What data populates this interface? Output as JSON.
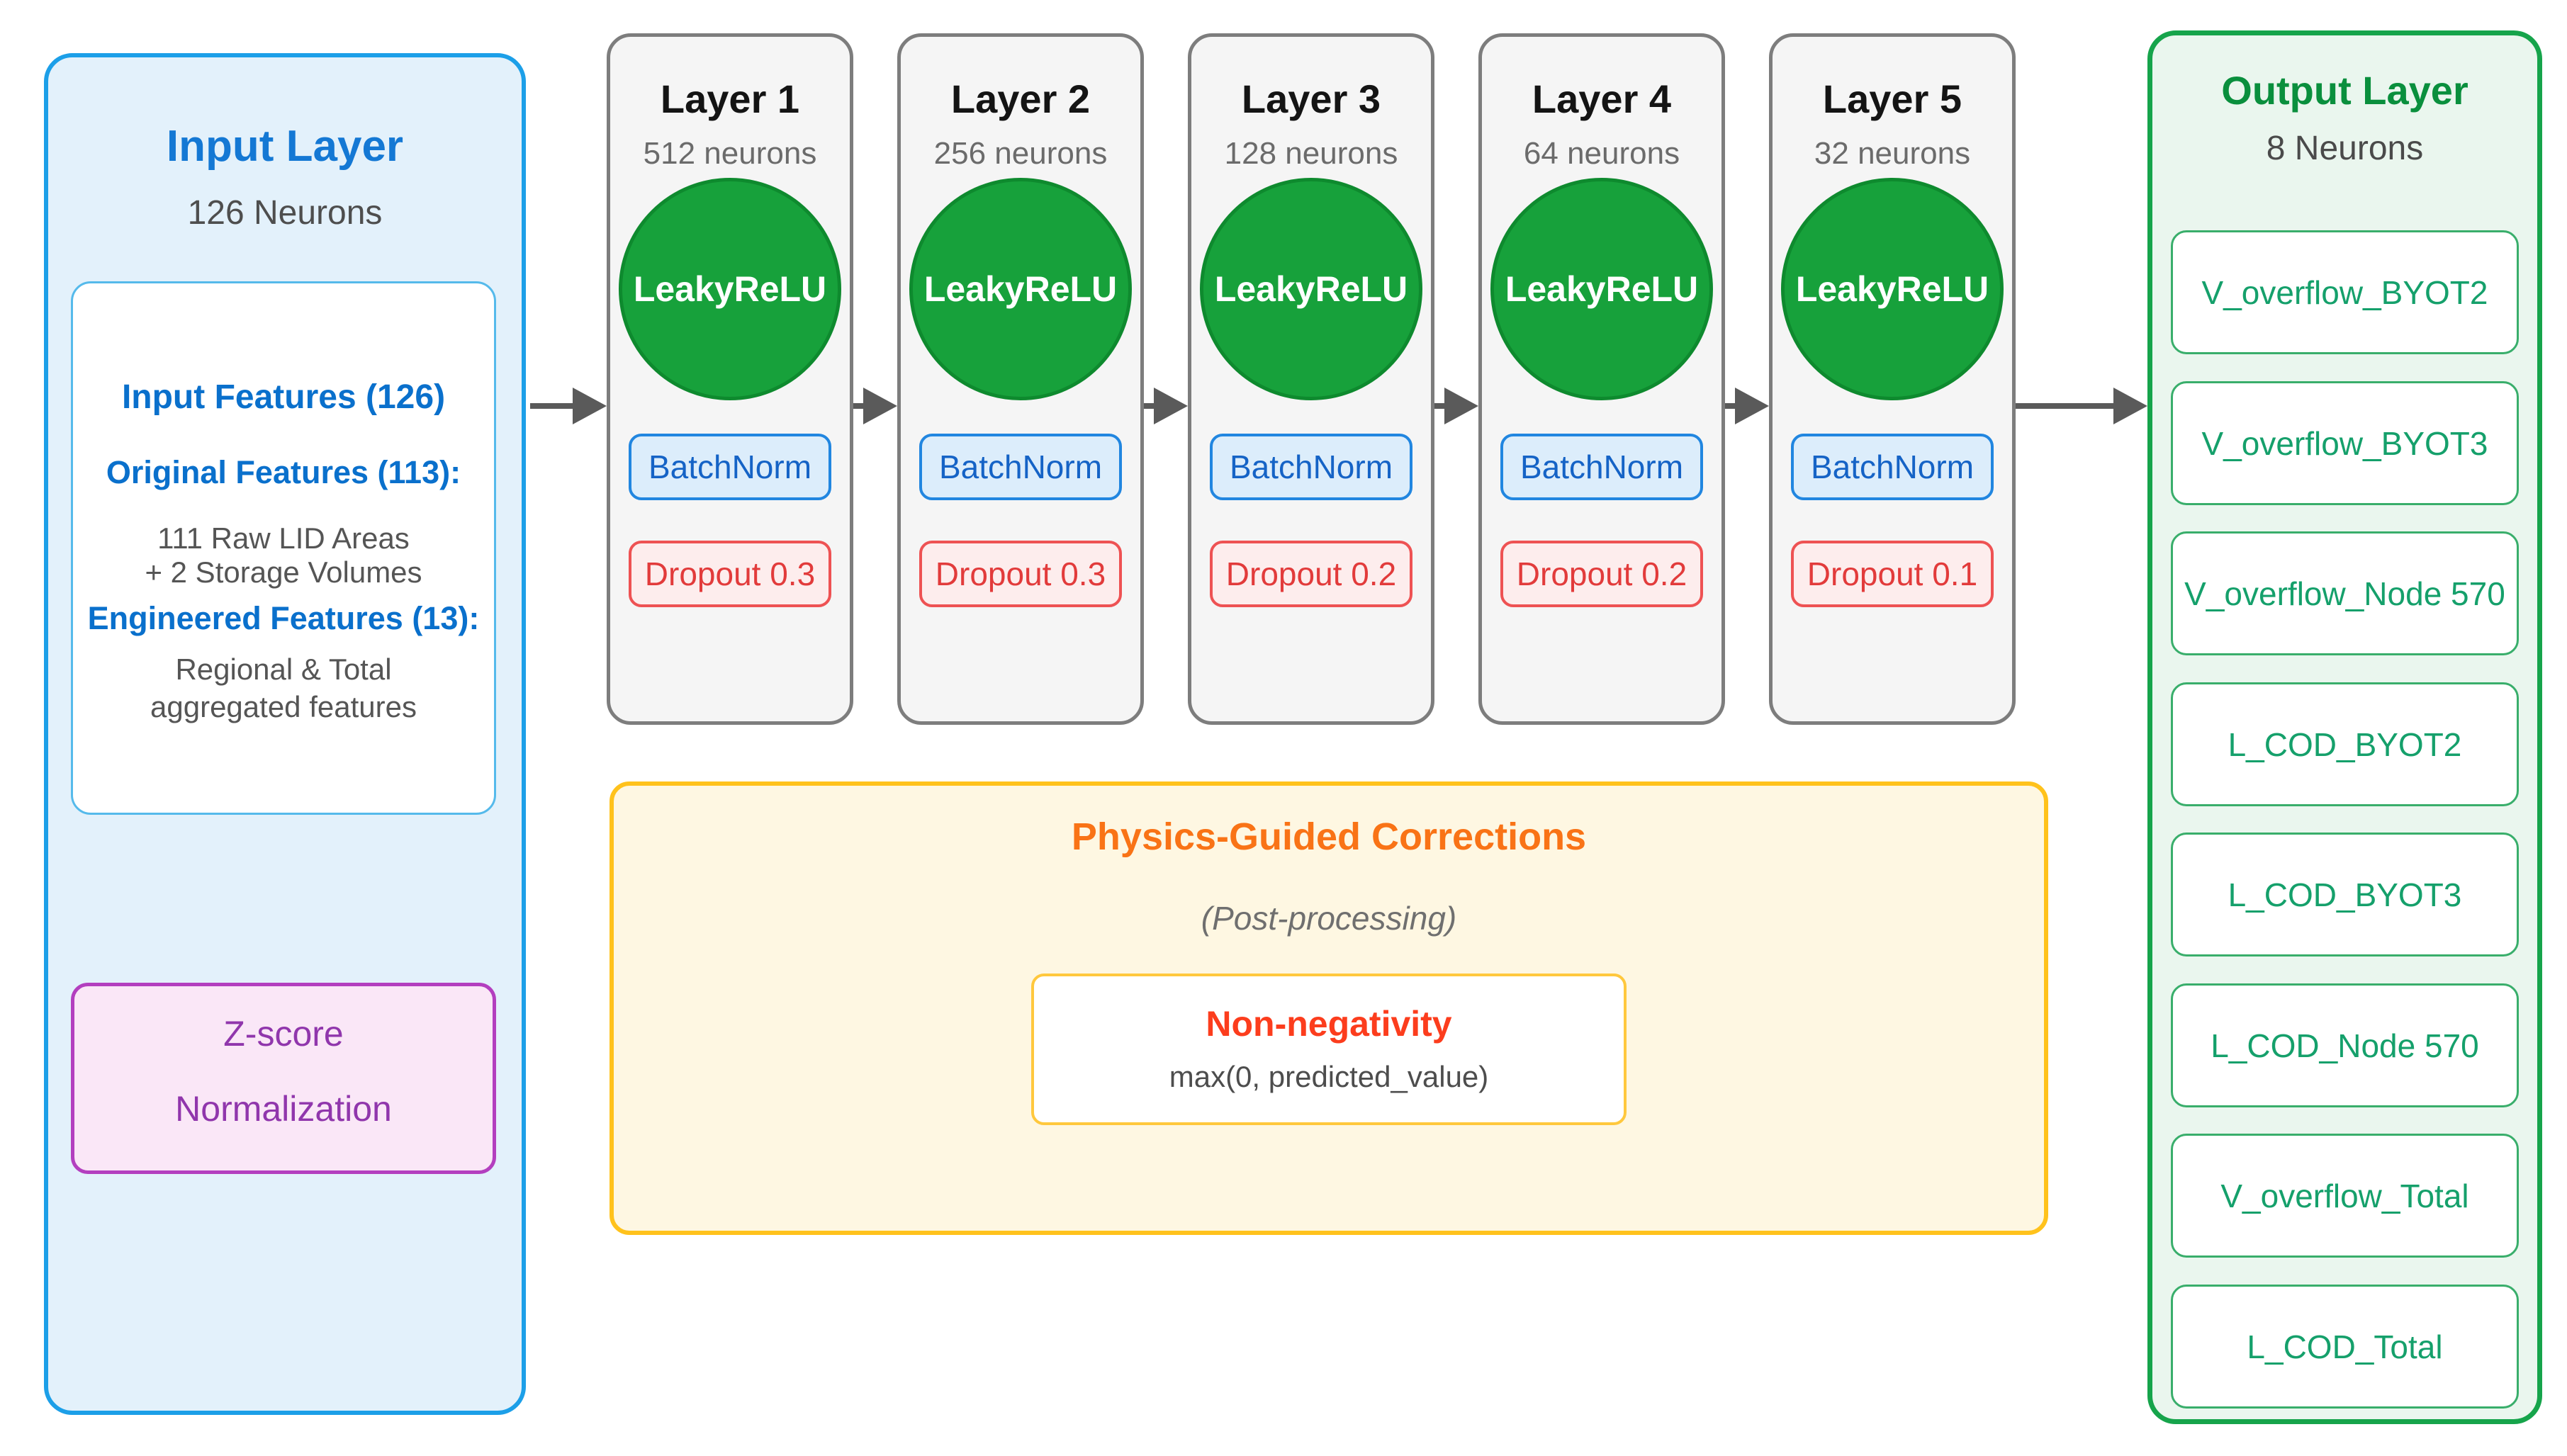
{
  "diagram": {
    "input_layer": {
      "title": "Input Layer",
      "neurons": "126 Neurons",
      "features_box": {
        "heading": "Input Features (126)",
        "original_heading": "Original Features (113):",
        "original_line1": "111 Raw LID Areas",
        "original_line2": "+ 2 Storage Volumes",
        "engineered_heading": "Engineered Features (13):",
        "engineered_line1": "Regional & Total",
        "engineered_line2": "aggregated features"
      },
      "normalization_box": {
        "line1": "Z-score",
        "line2": "Normalization"
      }
    },
    "hidden_layers": [
      {
        "title": "Layer 1",
        "neurons": "512 neurons",
        "activation": "LeakyReLU",
        "norm": "BatchNorm",
        "dropout": "Dropout 0.3"
      },
      {
        "title": "Layer 2",
        "neurons": "256 neurons",
        "activation": "LeakyReLU",
        "norm": "BatchNorm",
        "dropout": "Dropout 0.3"
      },
      {
        "title": "Layer 3",
        "neurons": "128 neurons",
        "activation": "LeakyReLU",
        "norm": "BatchNorm",
        "dropout": "Dropout 0.2"
      },
      {
        "title": "Layer 4",
        "neurons": "64 neurons",
        "activation": "LeakyReLU",
        "norm": "BatchNorm",
        "dropout": "Dropout 0.2"
      },
      {
        "title": "Layer 5",
        "neurons": "32 neurons",
        "activation": "LeakyReLU",
        "norm": "BatchNorm",
        "dropout": "Dropout 0.1"
      }
    ],
    "physics": {
      "title": "Physics-Guided Corrections",
      "subtitle": "(Post-processing)",
      "correction": {
        "title": "Non-negativity",
        "formula": "max(0, predicted_value)"
      }
    },
    "output_layer": {
      "title": "Output Layer",
      "neurons": "8 Neurons",
      "items": [
        "V_overflow_BYOT2",
        "V_overflow_BYOT3",
        "V_overflow_Node 570",
        "L_COD_BYOT2",
        "L_COD_BYOT3",
        "L_COD_Node 570",
        "V_overflow_Total",
        "L_COD_Total"
      ]
    },
    "colors": {
      "input_border": "#1C9FE8",
      "input_fill": "#E3F1FB",
      "input_title": "#1478D4",
      "heading_blue": "#0A70CC",
      "zscore_fill": "#FAE7F7",
      "zscore_border": "#B33FBF",
      "zscore_text": "#9036AC",
      "layer_fill": "#F5F5F5",
      "layer_border": "#7D7D7D",
      "activation_fill": "#17A13B",
      "activation_border": "#0E8A2E",
      "batchnorm_fill": "#DCEDFB",
      "batchnorm_border": "#2186E0",
      "batchnorm_text": "#1563C6",
      "dropout_fill": "#FDEDED",
      "dropout_border": "#EE5253",
      "dropout_text": "#E23B3B",
      "physics_fill": "#FEF7E2",
      "physics_border": "#FFC21C",
      "physics_title": "#F97316",
      "correction_title": "#FC3D1D",
      "output_fill": "#EAF6EE",
      "output_border": "#16A44B",
      "output_title": "#0A8F3D",
      "output_item_text": "#15A06B",
      "output_item_border": "#39AE6B",
      "arrow": "#5A5A5A"
    }
  }
}
